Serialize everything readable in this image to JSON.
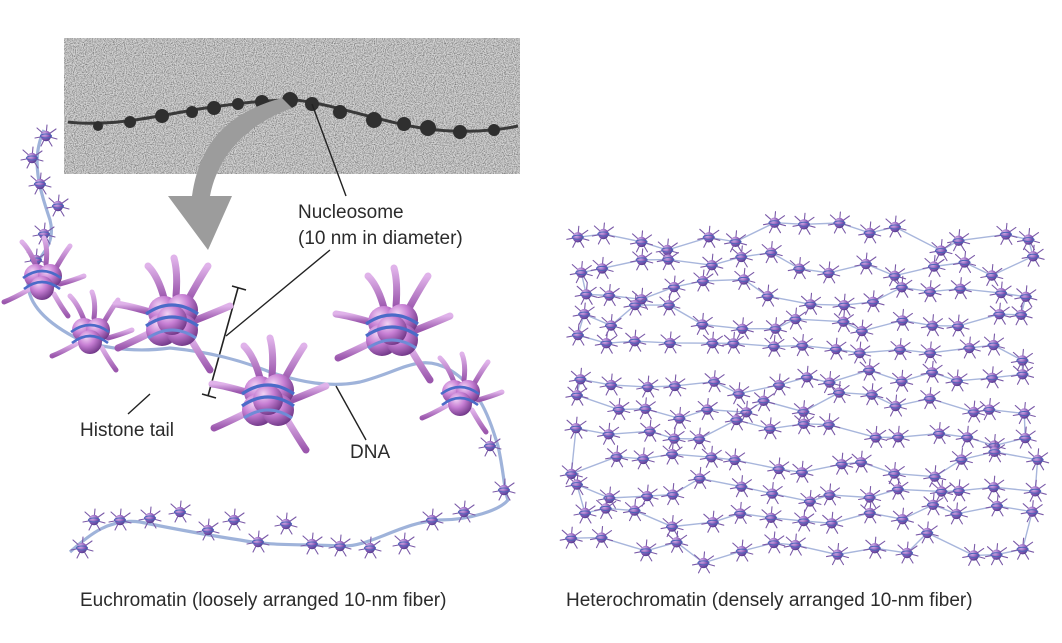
{
  "labels": {
    "nucleosome_line1": "Nucleosome",
    "nucleosome_line2": "(10 nm in diameter)",
    "histone_tail": "Histone tail",
    "dna": "DNA",
    "euchromatin_caption": "Euchromatin (loosely arranged 10-nm fiber)",
    "heterochromatin_caption": "Heterochromatin (densely arranged 10-nm fiber)"
  },
  "colors": {
    "nucleosome_fill": "#b46cc4",
    "nucleosome_dark": "#7a3f8e",
    "dna_strand": "#9fb0d6",
    "dna_wrap": "#5a78c8",
    "arrow_gray": "#9a9a9a",
    "micrograph_bg": "#d9d9d9",
    "label_text": "#2b2b2b"
  }
}
